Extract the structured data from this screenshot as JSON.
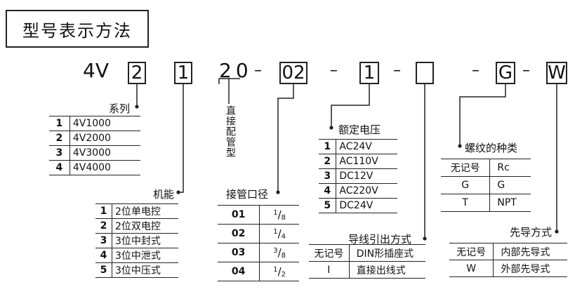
{
  "title": "型号表示方法",
  "code": {
    "prefix": "4V",
    "box1": "2",
    "box2": "1",
    "mid": "20",
    "box3": "02",
    "box4": "1",
    "box5": "",
    "box6": "G",
    "box7": "W",
    "dash": "–"
  },
  "series": {
    "label": "系列",
    "rows": [
      {
        "k": "1",
        "v": "4V1000"
      },
      {
        "k": "2",
        "v": "4V2000"
      },
      {
        "k": "3",
        "v": "4V3000"
      },
      {
        "k": "4",
        "v": "4V4000"
      }
    ]
  },
  "direct_piping": "直接配管型",
  "function": {
    "label": "机能",
    "rows": [
      {
        "k": "1",
        "v": "2位单电控"
      },
      {
        "k": "2",
        "v": "2位双电控"
      },
      {
        "k": "3",
        "v": "3位中封式"
      },
      {
        "k": "4",
        "v": "3位中泄式"
      },
      {
        "k": "5",
        "v": "3位中压式"
      }
    ]
  },
  "port": {
    "label": "接管口径",
    "rows": [
      {
        "k": "01",
        "n": "1",
        "d": "8"
      },
      {
        "k": "02",
        "n": "1",
        "d": "4"
      },
      {
        "k": "03",
        "n": "3",
        "d": "8"
      },
      {
        "k": "04",
        "n": "1",
        "d": "2"
      }
    ]
  },
  "voltage": {
    "label": "额定电压",
    "rows": [
      {
        "k": "1",
        "v": "AC24V"
      },
      {
        "k": "2",
        "v": "AC110V"
      },
      {
        "k": "3",
        "v": "DC12V"
      },
      {
        "k": "4",
        "v": "AC220V"
      },
      {
        "k": "5",
        "v": "DC24V"
      }
    ]
  },
  "thread": {
    "label": "螺纹的种类",
    "rows": [
      {
        "k": "无记号",
        "v": "Rc"
      },
      {
        "k": "G",
        "v": "G"
      },
      {
        "k": "T",
        "v": "NPT"
      }
    ]
  },
  "wiring": {
    "label": "导线引出方式",
    "rows": [
      {
        "k": "无记号",
        "v": "DIN形插座式"
      },
      {
        "k": "I",
        "v": "直接出线式"
      }
    ]
  },
  "pilot": {
    "label": "先导方式",
    "rows": [
      {
        "k": "无记号",
        "v": "内部先导式"
      },
      {
        "k": "W",
        "v": "外部先导式"
      }
    ]
  }
}
